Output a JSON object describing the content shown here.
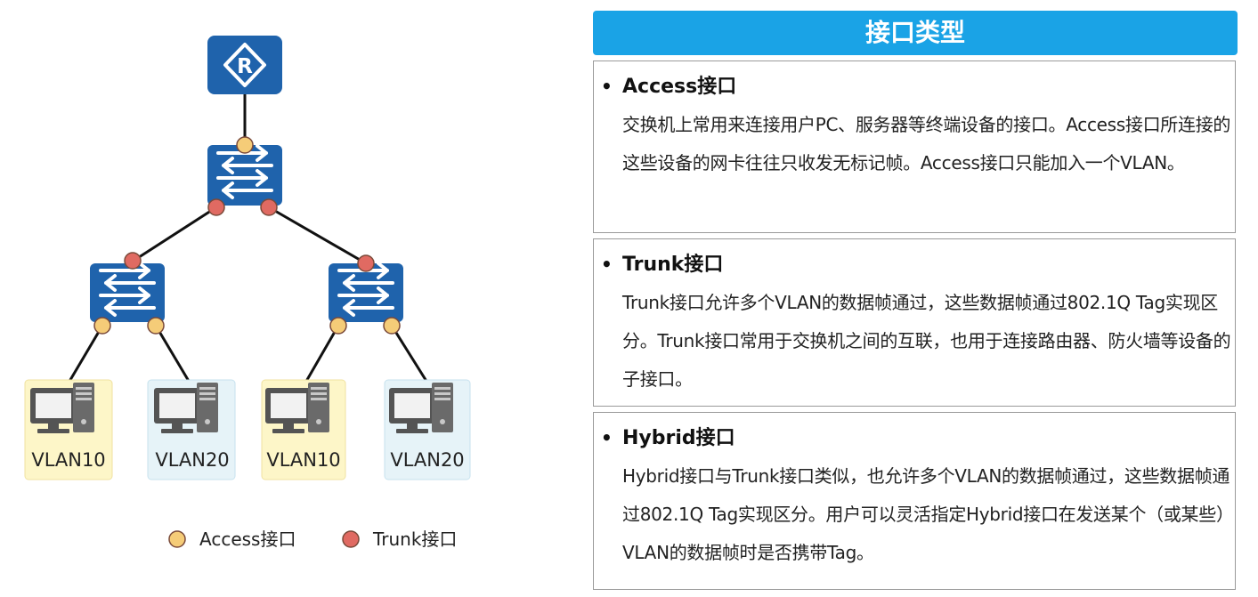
{
  "diagram": {
    "router_symbol": "R",
    "pcs": [
      {
        "label": "VLAN10",
        "tint": "yellow"
      },
      {
        "label": "VLAN20",
        "tint": "blue"
      },
      {
        "label": "VLAN10",
        "tint": "yellow"
      },
      {
        "label": "VLAN20",
        "tint": "blue"
      }
    ],
    "legend": [
      {
        "label": "Access接口",
        "color": "#f5cc78"
      },
      {
        "label": "Trunk接口",
        "color": "#e06a62"
      }
    ]
  },
  "colors": {
    "device_blue": "#1f63ac",
    "access_port": "#f5cc78",
    "trunk_port": "#e06a62",
    "header_bg": "#1aa3e6",
    "pc_yellow_bg": "#fdf6c8",
    "pc_blue_bg": "#e6f3f8"
  },
  "panel": {
    "header": "接口类型",
    "sections": [
      {
        "title": "Access接口",
        "body": "交换机上常用来连接用户PC、服务器等终端设备的接口。Access接口所连接的这些设备的网卡往往只收发无标记帧。Access接口只能加入一个VLAN。"
      },
      {
        "title": "Trunk接口",
        "body": "Trunk接口允许多个VLAN的数据帧通过，这些数据帧通过802.1Q Tag实现区分。Trunk接口常用于交换机之间的互联，也用于连接路由器、防火墙等设备的子接口。"
      },
      {
        "title": "Hybrid接口",
        "body": "Hybrid接口与Trunk接口类似，也允许多个VLAN的数据帧通过，这些数据帧通过802.1Q  Tag实现区分。用户可以灵活指定Hybrid接口在发送某个（或某些）VLAN的数据帧时是否携带Tag。"
      }
    ]
  }
}
